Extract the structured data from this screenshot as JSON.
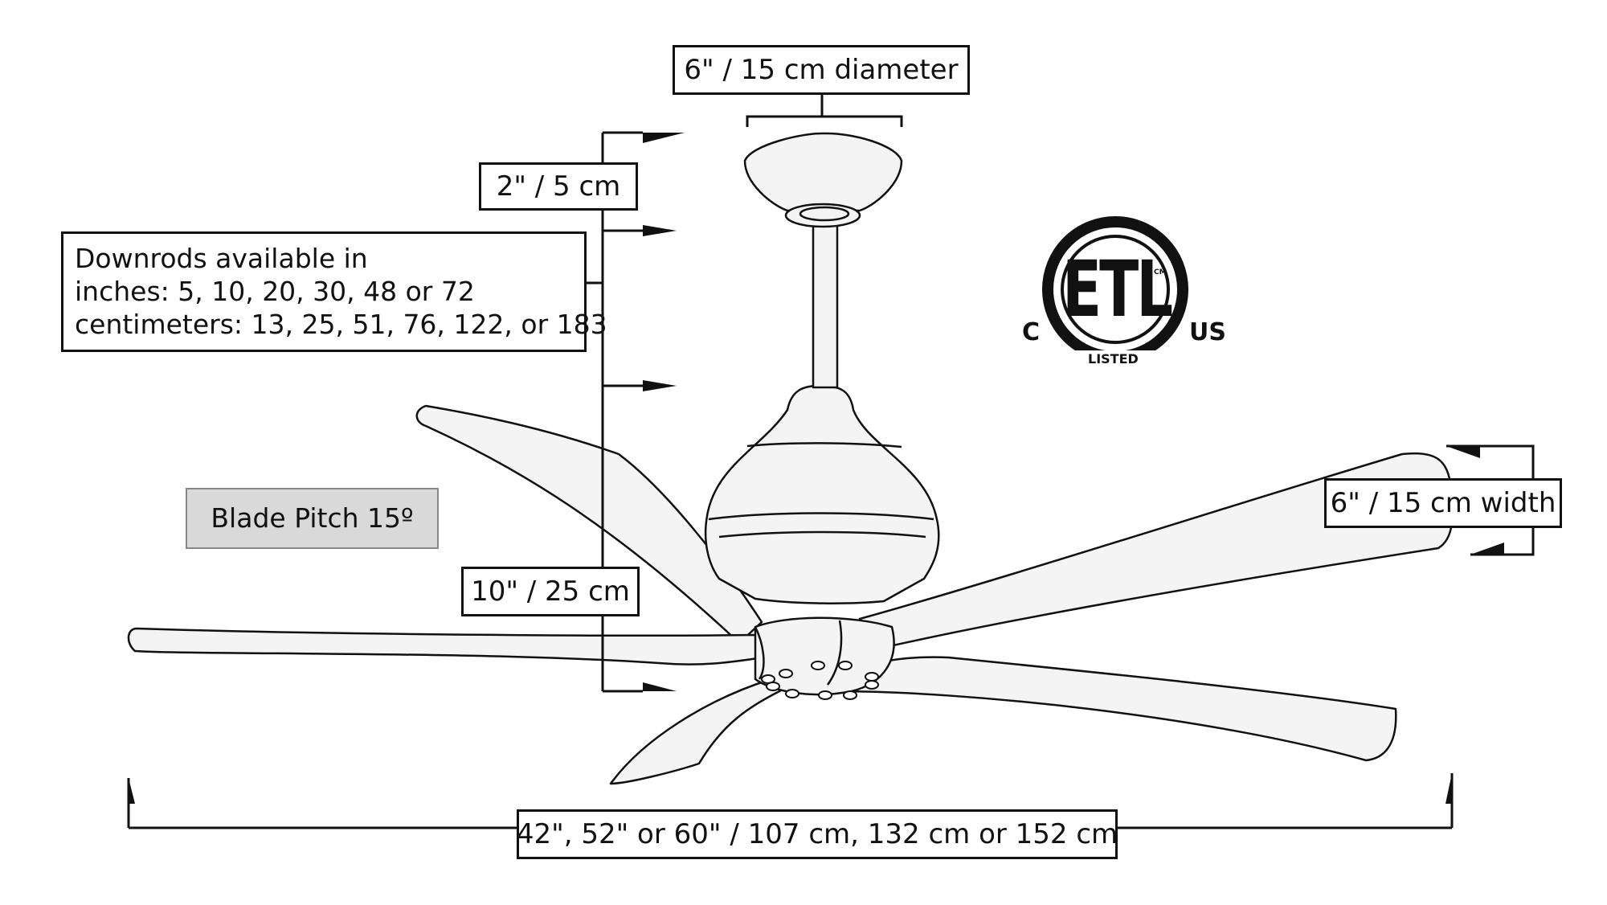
{
  "labels": {
    "canopy_diameter": "6\" / 15 cm diameter",
    "canopy_to_downrod": "2\" / 5 cm",
    "downrod_info": {
      "line1": "Downrods available in",
      "line2": "inches: 5, 10, 20, 30, 48 or 72",
      "line3": "centimeters: 13, 25, 51, 76, 122, or 183"
    },
    "blade_pitch": "Blade Pitch 15º",
    "motor_height": "10\" / 25 cm",
    "blade_width": "6\" / 15 cm width",
    "fan_span": "42\", 52\" or 60\" / 107 cm, 132  cm or 152 cm"
  },
  "certification": {
    "mark": "ETL",
    "left": "C",
    "right": "US",
    "bottom": "LISTED",
    "small": "CM"
  },
  "colors": {
    "line": "#111111",
    "blade_fill": "#f4f4f4",
    "pitch_box": "#d9d9d9"
  }
}
